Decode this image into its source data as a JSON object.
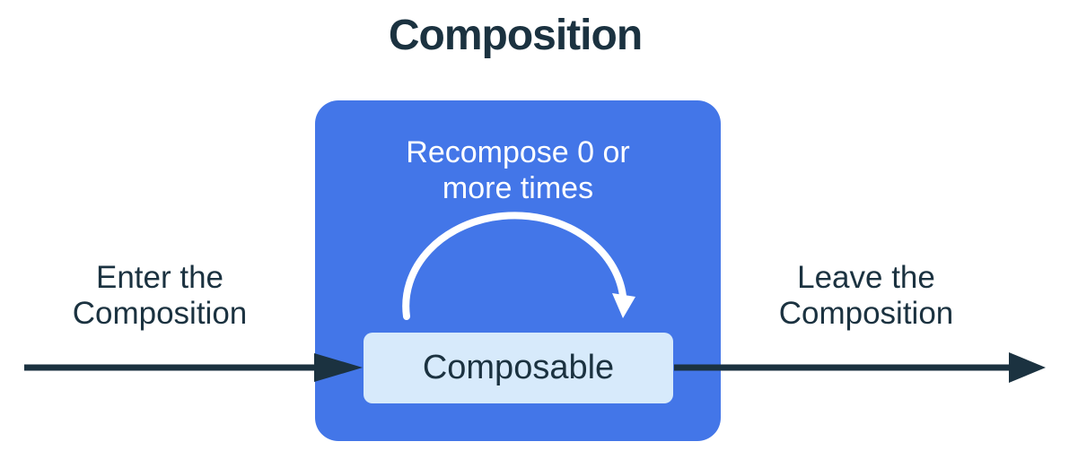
{
  "title": "Composition",
  "colors": {
    "navy": "#1B3240",
    "blue": "#4376E8",
    "light_blue": "#D7EAFB",
    "white": "#FFFFFF"
  },
  "composition_box": {
    "recompose_label": {
      "line1": "Recompose 0 or",
      "line2": "more times"
    },
    "composable_label": "Composable"
  },
  "enter_label": {
    "line1": "Enter the",
    "line2": "Composition"
  },
  "leave_label": {
    "line1": "Leave the",
    "line2": "Composition"
  },
  "icons": {
    "enter_arrow": "right-arrow",
    "leave_arrow": "right-arrow",
    "recompose_loop": "clockwise-arc-arrow"
  }
}
